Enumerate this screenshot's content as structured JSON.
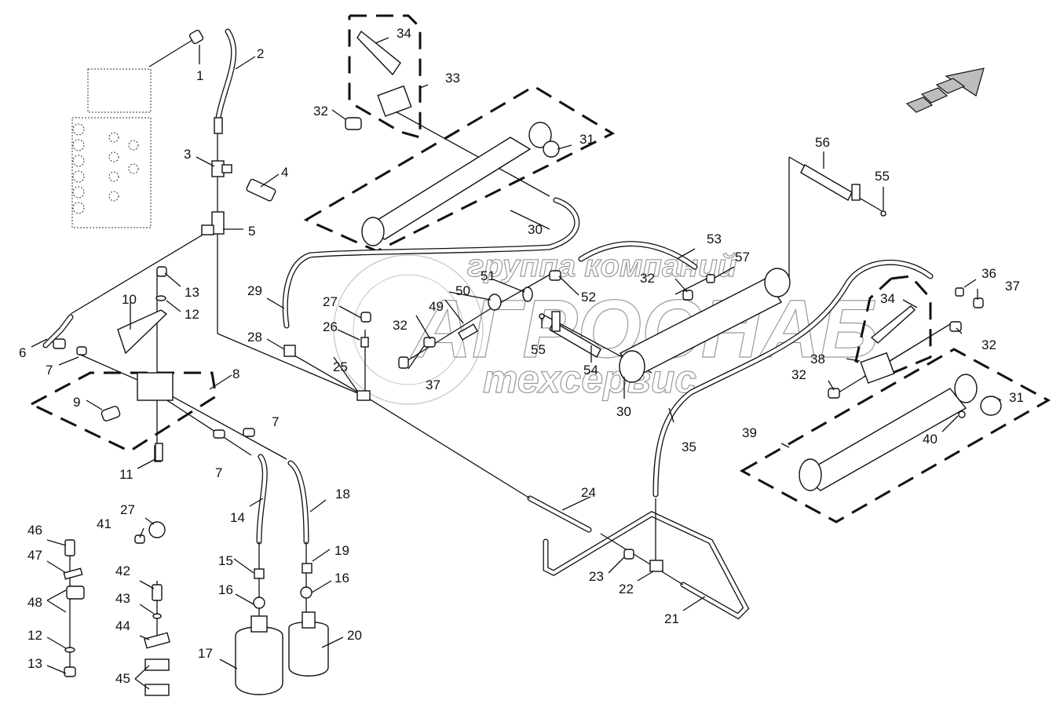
{
  "diagram": {
    "type": "exploded-parts-diagram",
    "subject": "hydraulic lines, valves, accumulators and cylinders",
    "watermark": {
      "line1": "группа компаний",
      "line2": "АГРОСНАБ",
      "line3": "техсервис"
    },
    "direction_arrow": "forward-direction-arrow",
    "callouts": [
      {
        "id": "c1",
        "text": "1"
      },
      {
        "id": "c2",
        "text": "2"
      },
      {
        "id": "c3",
        "text": "3"
      },
      {
        "id": "c4",
        "text": "4"
      },
      {
        "id": "c5",
        "text": "5"
      },
      {
        "id": "c6",
        "text": "6"
      },
      {
        "id": "c7a",
        "text": "7"
      },
      {
        "id": "c7b",
        "text": "7"
      },
      {
        "id": "c7c",
        "text": "7"
      },
      {
        "id": "c8",
        "text": "8"
      },
      {
        "id": "c9",
        "text": "9"
      },
      {
        "id": "c10",
        "text": "10"
      },
      {
        "id": "c11",
        "text": "11"
      },
      {
        "id": "c12a",
        "text": "12"
      },
      {
        "id": "c13a",
        "text": "13"
      },
      {
        "id": "c14",
        "text": "14"
      },
      {
        "id": "c15",
        "text": "15"
      },
      {
        "id": "c16a",
        "text": "16"
      },
      {
        "id": "c16b",
        "text": "16"
      },
      {
        "id": "c17",
        "text": "17"
      },
      {
        "id": "c18",
        "text": "18"
      },
      {
        "id": "c19",
        "text": "19"
      },
      {
        "id": "c20",
        "text": "20"
      },
      {
        "id": "c21",
        "text": "21"
      },
      {
        "id": "c22",
        "text": "22"
      },
      {
        "id": "c23",
        "text": "23"
      },
      {
        "id": "c24",
        "text": "24"
      },
      {
        "id": "c25",
        "text": "25"
      },
      {
        "id": "c26",
        "text": "26"
      },
      {
        "id": "c27a",
        "text": "27"
      },
      {
        "id": "c28",
        "text": "28"
      },
      {
        "id": "c29",
        "text": "29"
      },
      {
        "id": "c30a",
        "text": "30"
      },
      {
        "id": "c30b",
        "text": "30"
      },
      {
        "id": "c31a",
        "text": "31"
      },
      {
        "id": "c31b",
        "text": "31"
      },
      {
        "id": "c32a",
        "text": "32"
      },
      {
        "id": "c32b",
        "text": "32"
      },
      {
        "id": "c32c",
        "text": "32"
      },
      {
        "id": "c32d",
        "text": "32"
      },
      {
        "id": "c32e",
        "text": "32"
      },
      {
        "id": "c33",
        "text": "33"
      },
      {
        "id": "c34a",
        "text": "34"
      },
      {
        "id": "c34b",
        "text": "34"
      },
      {
        "id": "c35",
        "text": "35"
      },
      {
        "id": "c36",
        "text": "36"
      },
      {
        "id": "c37a",
        "text": "37"
      },
      {
        "id": "c37b",
        "text": "37"
      },
      {
        "id": "c38",
        "text": "38"
      },
      {
        "id": "c39",
        "text": "39"
      },
      {
        "id": "c40",
        "text": "40"
      },
      {
        "id": "c41",
        "text": "41"
      },
      {
        "id": "c27b",
        "text": "27"
      },
      {
        "id": "c42",
        "text": "42"
      },
      {
        "id": "c43",
        "text": "43"
      },
      {
        "id": "c44",
        "text": "44"
      },
      {
        "id": "c45",
        "text": "45"
      },
      {
        "id": "c46",
        "text": "46"
      },
      {
        "id": "c47",
        "text": "47"
      },
      {
        "id": "c48",
        "text": "48"
      },
      {
        "id": "c12b",
        "text": "12"
      },
      {
        "id": "c13b",
        "text": "13"
      },
      {
        "id": "c49",
        "text": "49"
      },
      {
        "id": "c50",
        "text": "50"
      },
      {
        "id": "c51",
        "text": "51"
      },
      {
        "id": "c52",
        "text": "52"
      },
      {
        "id": "c53",
        "text": "53"
      },
      {
        "id": "c54",
        "text": "54"
      },
      {
        "id": "c55a",
        "text": "55"
      },
      {
        "id": "c55b",
        "text": "55"
      },
      {
        "id": "c56",
        "text": "56"
      },
      {
        "id": "c57",
        "text": "57"
      }
    ]
  }
}
